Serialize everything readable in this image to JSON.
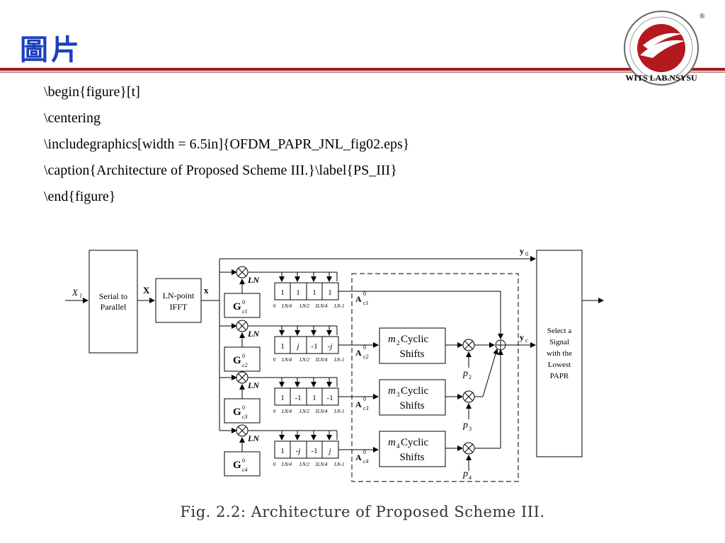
{
  "slide": {
    "title": "圖片",
    "code_lines": [
      "\\begin{figure}[t]",
      "\\centering",
      "\\includegraphics[width = 6.5in]{OFDM_PAPR_JNL_fig02.eps}",
      "\\caption{Architecture of Proposed Scheme III.}\\label{PS_III}",
      "\\end{figure}"
    ],
    "caption": "Fig. 2.2: Architecture of Proposed Scheme III.",
    "logo_text": "WITS LAB.NSYSU"
  },
  "diagram": {
    "input_label": "X",
    "input_sub": "l",
    "sp_label": [
      "Serial to",
      "Parallel"
    ],
    "x_bold_label": "X",
    "ifft_label": [
      "LN-point",
      "IFFT"
    ],
    "x_lower_label": "x",
    "y0": "y",
    "y0_sub": "0",
    "yc": "y",
    "yc_sub": "c",
    "ln_label": "LN",
    "select_label": [
      "Select a",
      "Signal",
      "with the",
      "Lowest",
      "PAPR"
    ],
    "tick_labels": [
      "0",
      "LN/4",
      "LN/2",
      "3LN/4",
      "LN-1"
    ],
    "branches": [
      {
        "g": "G",
        "g_sup": "0",
        "g_sub": "c1",
        "cells": [
          "1",
          "1",
          "1",
          "1"
        ],
        "a": "A",
        "a_sup": "0",
        "a_sub": "c1"
      },
      {
        "g": "G",
        "g_sup": "0",
        "g_sub": "c2",
        "cells": [
          "1",
          "j",
          "-1",
          "-j"
        ],
        "a": "A",
        "a_sup": "0",
        "a_sub": "c2",
        "shift": [
          "m",
          "2",
          " Cyclic",
          "Shifts"
        ],
        "p": "p",
        "p_sub": "2"
      },
      {
        "g": "G",
        "g_sup": "0",
        "g_sub": "c3",
        "cells": [
          "1",
          "-1",
          "1",
          "-1"
        ],
        "a": "A",
        "a_sup": "0",
        "a_sub": "c3",
        "shift": [
          "m",
          "3",
          " Cyclic",
          "Shifts"
        ],
        "p": "p",
        "p_sub": "3"
      },
      {
        "g": "G",
        "g_sup": "0",
        "g_sub": "c4",
        "cells": [
          "1",
          "-j",
          "-1",
          "j"
        ],
        "a": "A",
        "a_sup": "0",
        "a_sub": "c4",
        "shift": [
          "m",
          "4",
          " Cyclic",
          "Shifts"
        ],
        "p": "p",
        "p_sub": "4"
      }
    ]
  },
  "colors": {
    "title": "#1a3fbf",
    "bar": "#9e1b1b"
  }
}
